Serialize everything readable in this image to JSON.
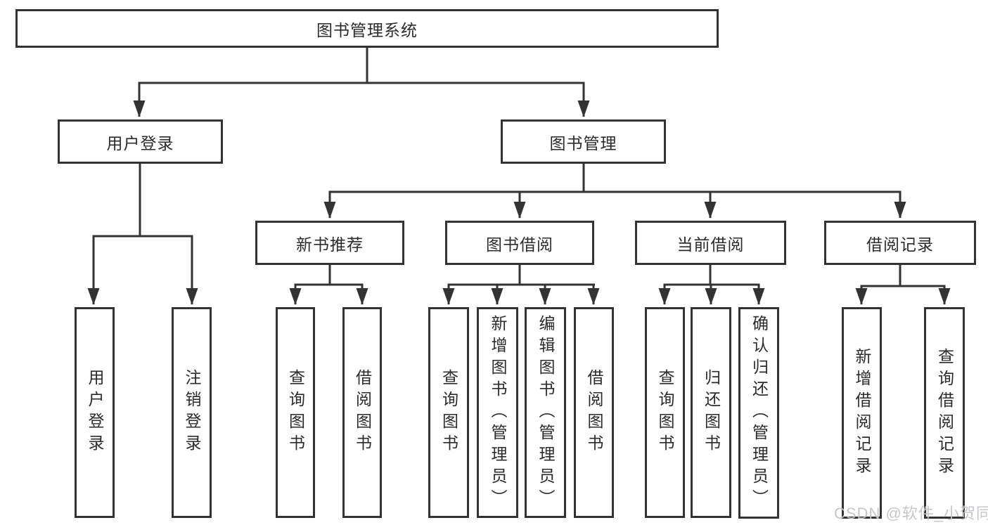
{
  "diagram": {
    "type": "hierarchy-tree",
    "title": "图书管理系统",
    "colors": {
      "line": "#333333",
      "border": "#333333",
      "text": "#2b2b2b",
      "background": "#ffffff",
      "watermark_text_color": "#c4c4c9"
    },
    "nodes": {
      "root": "图书管理系统",
      "user_login": "用户登录",
      "book_mgmt": "图书管理",
      "new_book_rec": "新书推荐",
      "book_borrow": "图书借阅",
      "current_borrow": "当前借阅",
      "borrow_records": "借阅记录",
      "login_1": "用户登录",
      "login_2": "注销登录",
      "rec_1": "查询图书",
      "rec_2": "借阅图书",
      "bb_1": "查询图书",
      "bb_2": "新增图书（管理员）",
      "bb_3": "编辑图书（管理员）",
      "bb_4": "借阅图书",
      "cb_1": "查询图书",
      "cb_2": "归还图书",
      "cb_3": "确认归还（管理员）",
      "br_1": "新增借阅记录",
      "br_2": "查询借阅记录"
    },
    "watermark": "CSDN @软件_小贺同学"
  }
}
